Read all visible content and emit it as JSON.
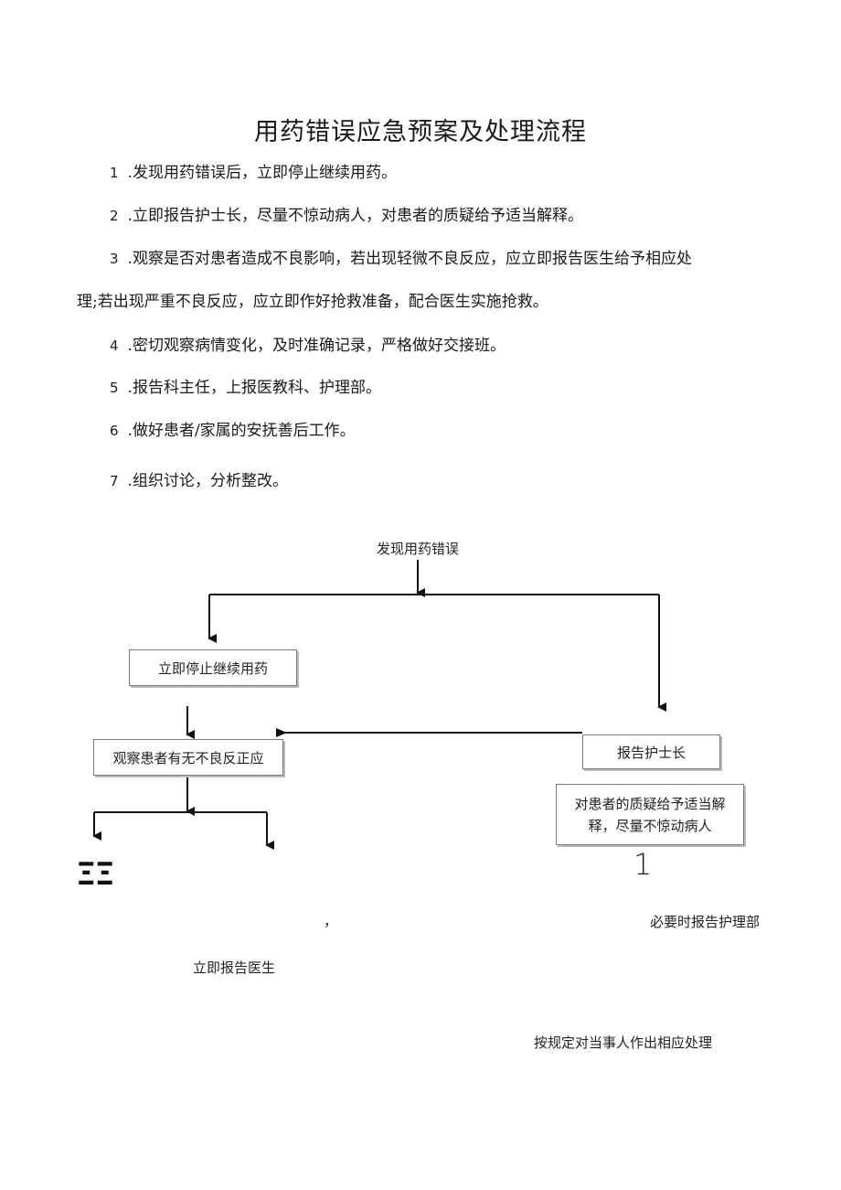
{
  "document": {
    "title": "用药错误应急预案及处理流程",
    "steps": [
      {
        "num": "1",
        "text": ".发现用药错误后，立即停止继续用药。"
      },
      {
        "num": "2",
        "text": ".立即报告护士长，尽量不惊动病人，对患者的质疑给予适当解释。"
      },
      {
        "num": "3",
        "text": ".观察是否对患者造成不良影响，若出现轻微不良反应，应立即报告医生给予相应处"
      },
      {
        "num": "4",
        "text": ".密切观察病情变化，及时准确记录，严格做好交接班。"
      },
      {
        "num": "5",
        "text": ".报告科主任，上报医教科、护理部。"
      },
      {
        "num": "6",
        "text": ".做好患者/家属的安抚善后工作。"
      },
      {
        "num": "7",
        "text": ".组织讨论，分析整改。"
      }
    ],
    "step3_continued": "理;若出现严重不良反应，应立即作好抢救准备，配合医生实施抢救。"
  },
  "flowchart": {
    "start": "发现用药错误",
    "stop_medication": "立即停止继续用药",
    "observe": "观察患者有无不良反正应",
    "report_head_nurse": "报告护士长",
    "explain_line1": "对患者的质疑给予适当解",
    "explain_line2": "释，尽量不惊动病人",
    "artifact_glyphs": "ΞΞ",
    "stray_comma": "，",
    "big_digit": "1",
    "report_nursing_dept": "必要时报告护理部",
    "report_doctor": "立即报告医生",
    "handle_party": "按规定对当事人作出相应处理"
  }
}
